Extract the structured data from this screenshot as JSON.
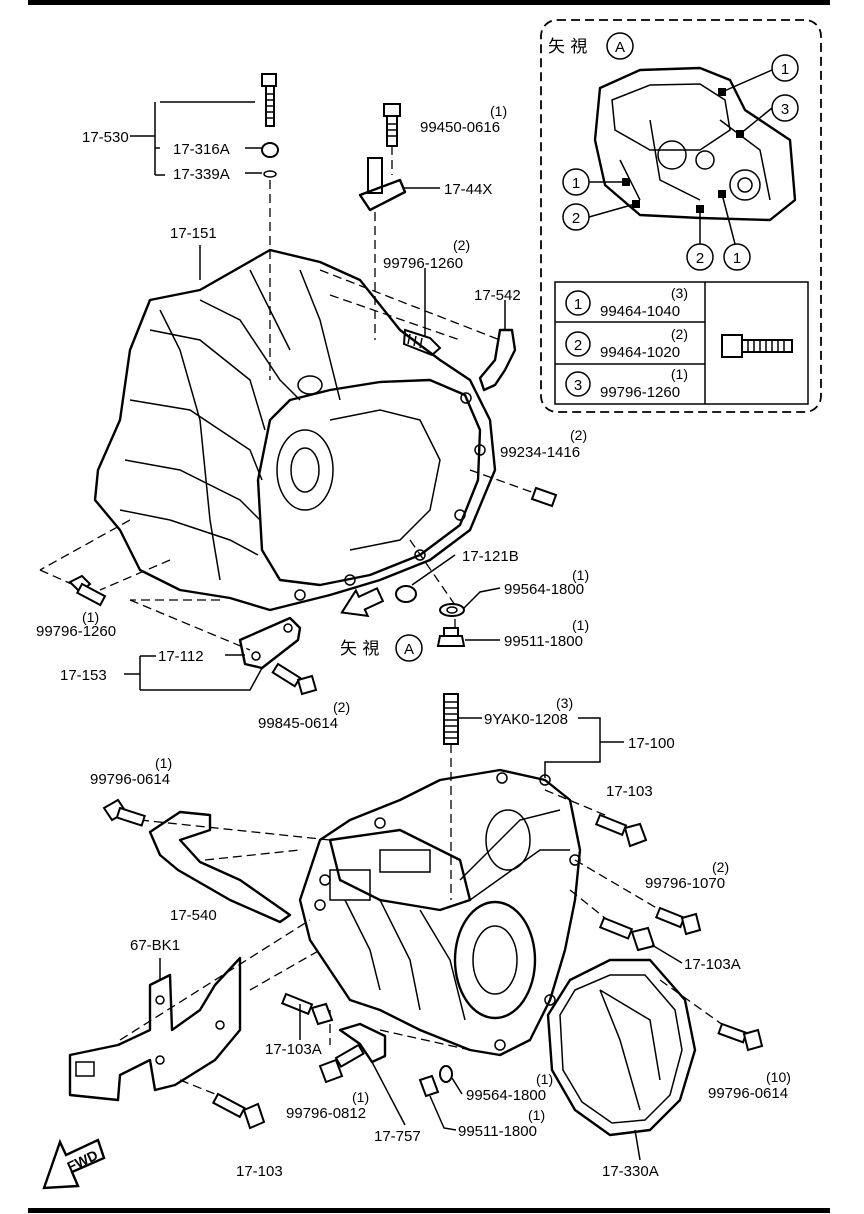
{
  "view_box": {
    "title": "矢 視",
    "letter": "A",
    "callouts": [
      "1",
      "1",
      "2",
      "2",
      "1",
      "3"
    ],
    "table": [
      {
        "num": "1",
        "qty": "(3)",
        "part": "99464-1040"
      },
      {
        "num": "2",
        "qty": "(2)",
        "part": "99464-1020"
      },
      {
        "num": "3",
        "qty": "(1)",
        "part": "99796-1260"
      }
    ]
  },
  "view_arrow": {
    "title": "矢 視",
    "letter": "A"
  },
  "labels": {
    "l17_530": "17-530",
    "l17_316A": "17-316A",
    "l17_339A": "17-339A",
    "l99450_q": "(1)",
    "l99450": "99450-0616",
    "l17_44X": "17-44X",
    "l17_151": "17-151",
    "l99796_1260_q": "(2)",
    "l99796_1260": "99796-1260",
    "l17_542": "17-542",
    "l99234_q": "(2)",
    "l99234": "99234-1416",
    "l17_121B": "17-121B",
    "l99564_a_q": "(1)",
    "l99564_a": "99564-1800",
    "l99511_a_q": "(1)",
    "l99511_a": "99511-1800",
    "l99796_1260b_q": "(1)",
    "l99796_1260b": "99796-1260",
    "l17_153": "17-153",
    "l17_112": "17-112",
    "l99845_q": "(2)",
    "l99845": "99845-0614",
    "l9YAK0_q": "(3)",
    "l9YAK0": "9YAK0-1208",
    "l17_100": "17-100",
    "l99796_0614a_q": "(1)",
    "l99796_0614a": "99796-0614",
    "l17_103a": "17-103",
    "l99796_1070_q": "(2)",
    "l99796_1070": "99796-1070",
    "l17_540": "17-540",
    "l17_103A_r": "17-103A",
    "l67_BK1": "67-BK1",
    "l17_103A_l": "17-103A",
    "l99796_0812_q": "(1)",
    "l99796_0812": "99796-0812",
    "l17_757": "17-757",
    "l99564_b_q": "(1)",
    "l99564_b": "99564-1800",
    "l99511_b_q": "(1)",
    "l99511_b": "99511-1800",
    "l99796_0614b_q": "(10)",
    "l99796_0614b": "99796-0614",
    "l17_103b": "17-103",
    "l17_330A": "17-330A",
    "fwd": "FWD"
  }
}
